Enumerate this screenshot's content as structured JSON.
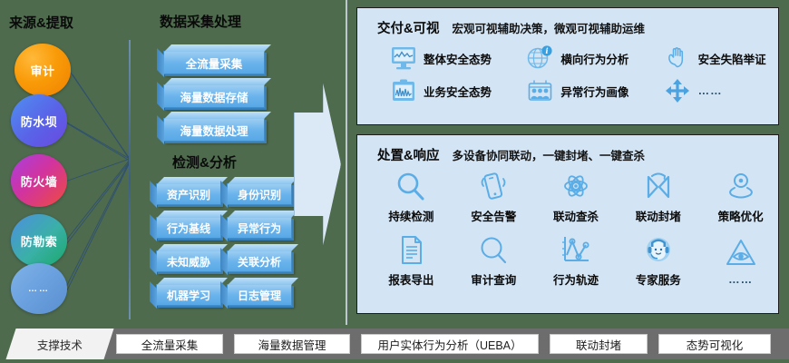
{
  "background_color": "#4e6b4e",
  "left_section": {
    "title": "来源&提取",
    "sources": [
      {
        "label": "审计",
        "color": "#f5a11f"
      },
      {
        "label": "防水坝",
        "color": "#5a62e8"
      },
      {
        "label": "防火墙",
        "color": "#d1339f"
      },
      {
        "label": "防勒索",
        "color": "#19a86b"
      },
      {
        "label": "……",
        "color": "#6aa0de"
      }
    ]
  },
  "middle_section": {
    "collect_title": "数据采集处理",
    "collect_items": [
      "全流量采集",
      "海量数据存储",
      "海量数据处理"
    ],
    "detect_title": "检测&分析",
    "detect_items": [
      "资产识别",
      "身份识别",
      "行为基线",
      "异常行为",
      "未知威胁",
      "关联分析",
      "机器学习",
      "日志管理"
    ]
  },
  "arrow": {
    "name": "flow-arrow",
    "color": "#dbe9f7"
  },
  "right_section": {
    "visual_panel": {
      "title": "交付&可视",
      "subtitle": "宏观可视辅助决策，微观可视辅助运维",
      "row1": [
        {
          "label": "整体安全态势",
          "icon": "monitor-chart-icon"
        },
        {
          "label": "横向行为分析",
          "icon": "globe-info-icon"
        },
        {
          "label": "安全失陷举证",
          "icon": "hand-pointer-icon"
        }
      ],
      "row2": [
        {
          "label": "业务安全态势",
          "icon": "clipboard-chart-icon"
        },
        {
          "label": "异常行为画像",
          "icon": "people-group-icon"
        },
        {
          "label": "……",
          "icon": "four-way-arrows-icon"
        }
      ]
    },
    "response_panel": {
      "title": "处置&响应",
      "subtitle": "多设备协同联动，一键封堵、一键查杀",
      "row1": [
        {
          "label": "持续检测",
          "icon": "magnifier-icon"
        },
        {
          "label": "安全告警",
          "icon": "phone-alert-icon"
        },
        {
          "label": "联动查杀",
          "icon": "atom-icon"
        },
        {
          "label": "联动封堵",
          "icon": "block-arrows-icon"
        },
        {
          "label": "策略优化",
          "icon": "location-pin-icon"
        }
      ],
      "row2": [
        {
          "label": "报表导出",
          "icon": "document-icon"
        },
        {
          "label": "审计查询",
          "icon": "search-icon"
        },
        {
          "label": "行为轨迹",
          "icon": "trajectory-chart-icon"
        },
        {
          "label": "专家服务",
          "icon": "headset-agent-icon"
        },
        {
          "label": "……",
          "icon": "eye-triangle-icon"
        }
      ]
    }
  },
  "bottom_bar": {
    "tag": "支撑技术",
    "chips": [
      "全流量采集",
      "海量数据管理",
      "用户实体行为分析（UEBA）",
      "联动封堵",
      "态势可视化"
    ]
  }
}
